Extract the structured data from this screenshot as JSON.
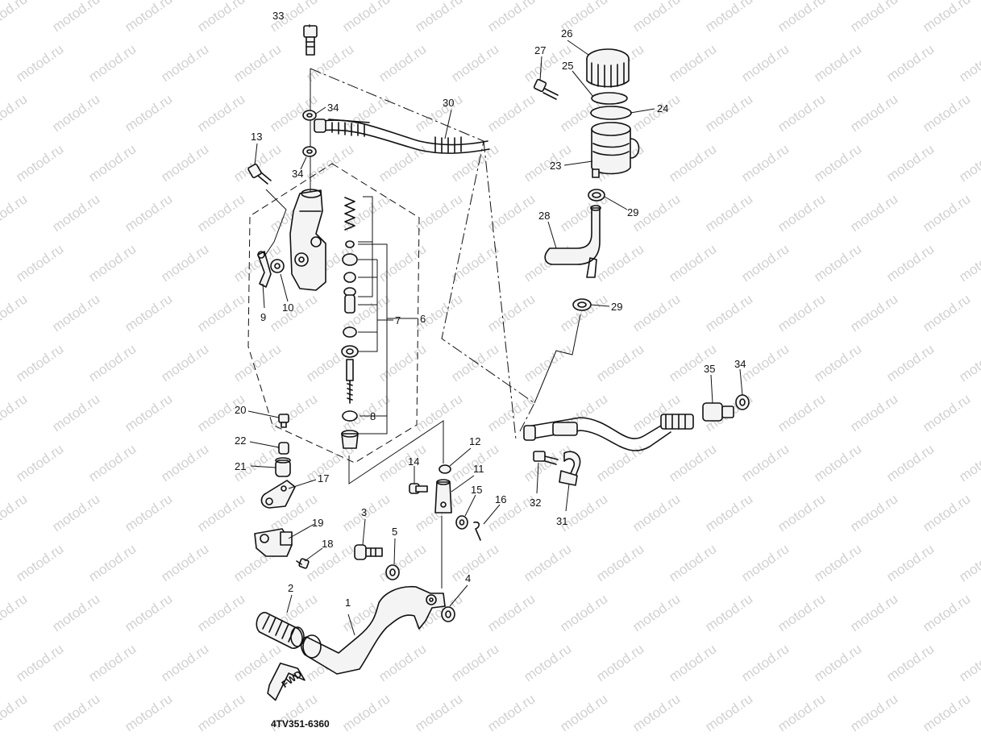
{
  "diagram": {
    "code": "4TV351-6360",
    "fwd_mark": "FWD",
    "watermark": "motod.ru",
    "callouts": [
      "1",
      "2",
      "3",
      "4",
      "5",
      "6",
      "7",
      "8",
      "9",
      "10",
      "11",
      "12",
      "13",
      "14",
      "15",
      "16",
      "17",
      "18",
      "19",
      "20",
      "21",
      "22",
      "23",
      "24",
      "25",
      "26",
      "27",
      "28",
      "29",
      "29",
      "30",
      "31",
      "32",
      "33",
      "34",
      "34",
      "34",
      "35"
    ]
  },
  "colors": {
    "line": "#111111",
    "background": "#ffffff",
    "watermark": "#9a9a9a"
  }
}
